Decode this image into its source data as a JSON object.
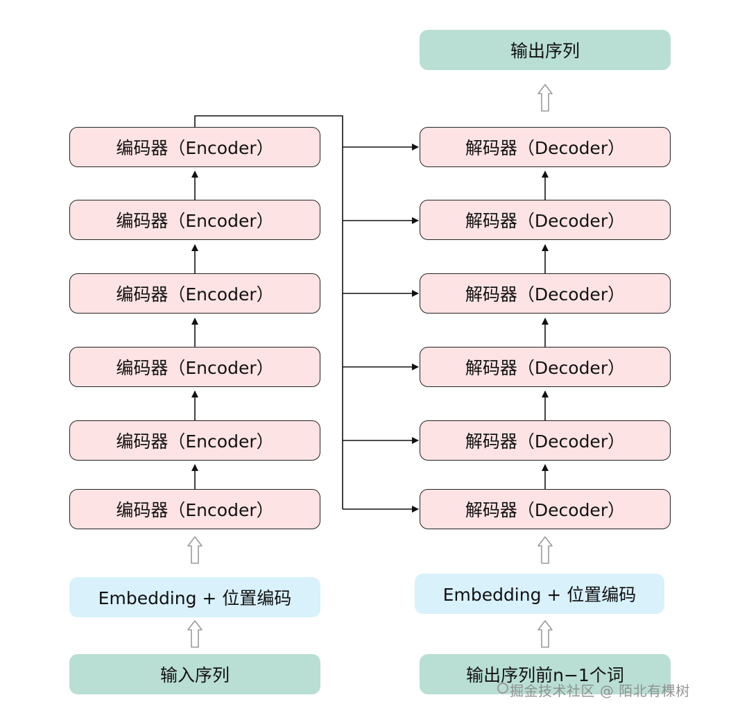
{
  "encoder_stack": {
    "input_label": "输入序列",
    "embedding_label": "Embedding + 位置编码",
    "layers": [
      "编码器（Encoder）",
      "编码器（Encoder）",
      "编码器（Encoder）",
      "编码器（Encoder）",
      "编码器（Encoder）",
      "编码器（Encoder）"
    ]
  },
  "decoder_stack": {
    "input_label": "输出序列前n−1个词",
    "embedding_label": "Embedding + 位置编码",
    "layers": [
      "解码器（Decoder）",
      "解码器（Decoder）",
      "解码器（Decoder）",
      "解码器（Decoder）",
      "解码器（Decoder）",
      "解码器（Decoder）"
    ],
    "output_label": "输出序列"
  },
  "watermark": "掘金技术社区 @ 陌北有棵树",
  "colors": {
    "layer_fill": "#fde3e3",
    "embedding_fill": "#d8f1fb",
    "sequence_fill": "#b9ded3",
    "line": "#111111"
  }
}
